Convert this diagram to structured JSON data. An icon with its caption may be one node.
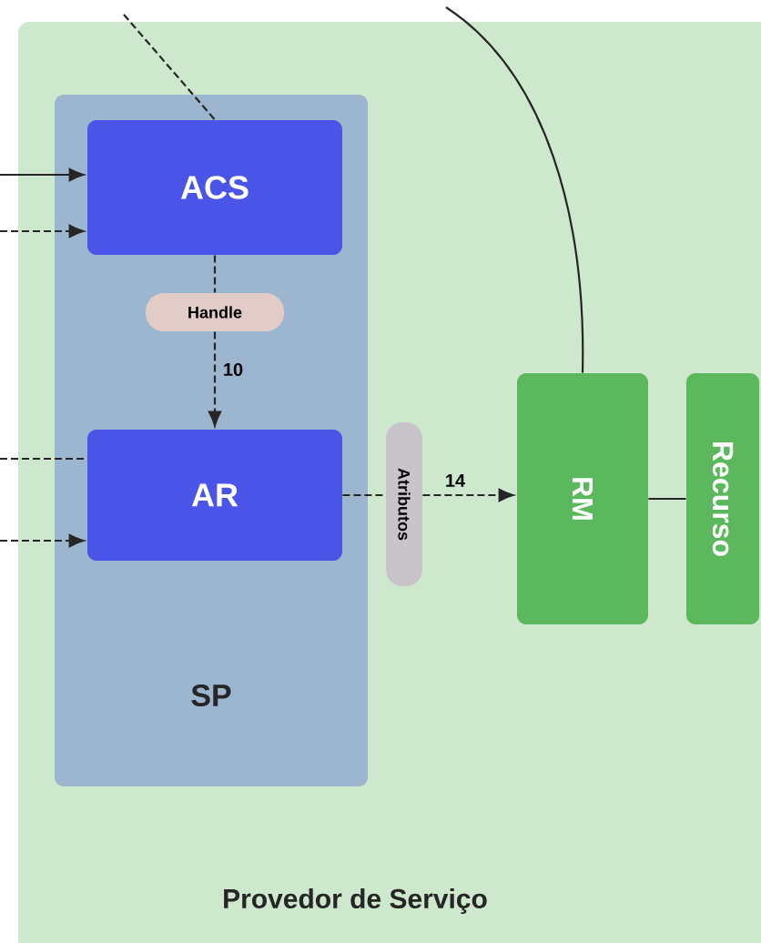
{
  "diagram": {
    "nodes": [
      {
        "text": [
          "Provedor de Serviço"
        ]
      },
      {
        "text": [
          "SP"
        ],
        "in": 0
      },
      {
        "text": [
          "ACS"
        ],
        "in": 1
      },
      {
        "text": [
          "Handle"
        ],
        "in": 1
      },
      {
        "text": [
          "AR"
        ],
        "in": 1
      },
      {
        "text": [
          "Atributos"
        ],
        "in": 0
      },
      {
        "text": [
          "RM"
        ],
        "in": 0
      },
      {
        "text": [
          "Recurso"
        ],
        "in": 0
      }
    ],
    "edges": [
      {
        "from": null,
        "to": 2,
        "arrow": "to"
      },
      {
        "from": null,
        "to": 2,
        "arrow": "to",
        "style": "dashed"
      },
      {
        "from": null,
        "to": 2,
        "arrow": "none",
        "style": "dashed"
      },
      {
        "from": 2,
        "to": 3,
        "arrow": "none",
        "style": "dashed"
      },
      {
        "from": 3,
        "to": 4,
        "arrow": "to",
        "style": "dashed",
        "label": "10"
      },
      {
        "from": null,
        "to": 4,
        "arrow": "none",
        "style": "dashed"
      },
      {
        "from": null,
        "to": 4,
        "arrow": "to",
        "style": "dashed"
      },
      {
        "from": 4,
        "to": 5,
        "arrow": "none",
        "style": "dashed"
      },
      {
        "from": 5,
        "to": 6,
        "arrow": "to",
        "style": "dashed",
        "label": "14"
      },
      {
        "from": 6,
        "to": 7,
        "arrow": "none"
      },
      {
        "from": 6,
        "to": null,
        "arrow": "none"
      }
    ]
  }
}
